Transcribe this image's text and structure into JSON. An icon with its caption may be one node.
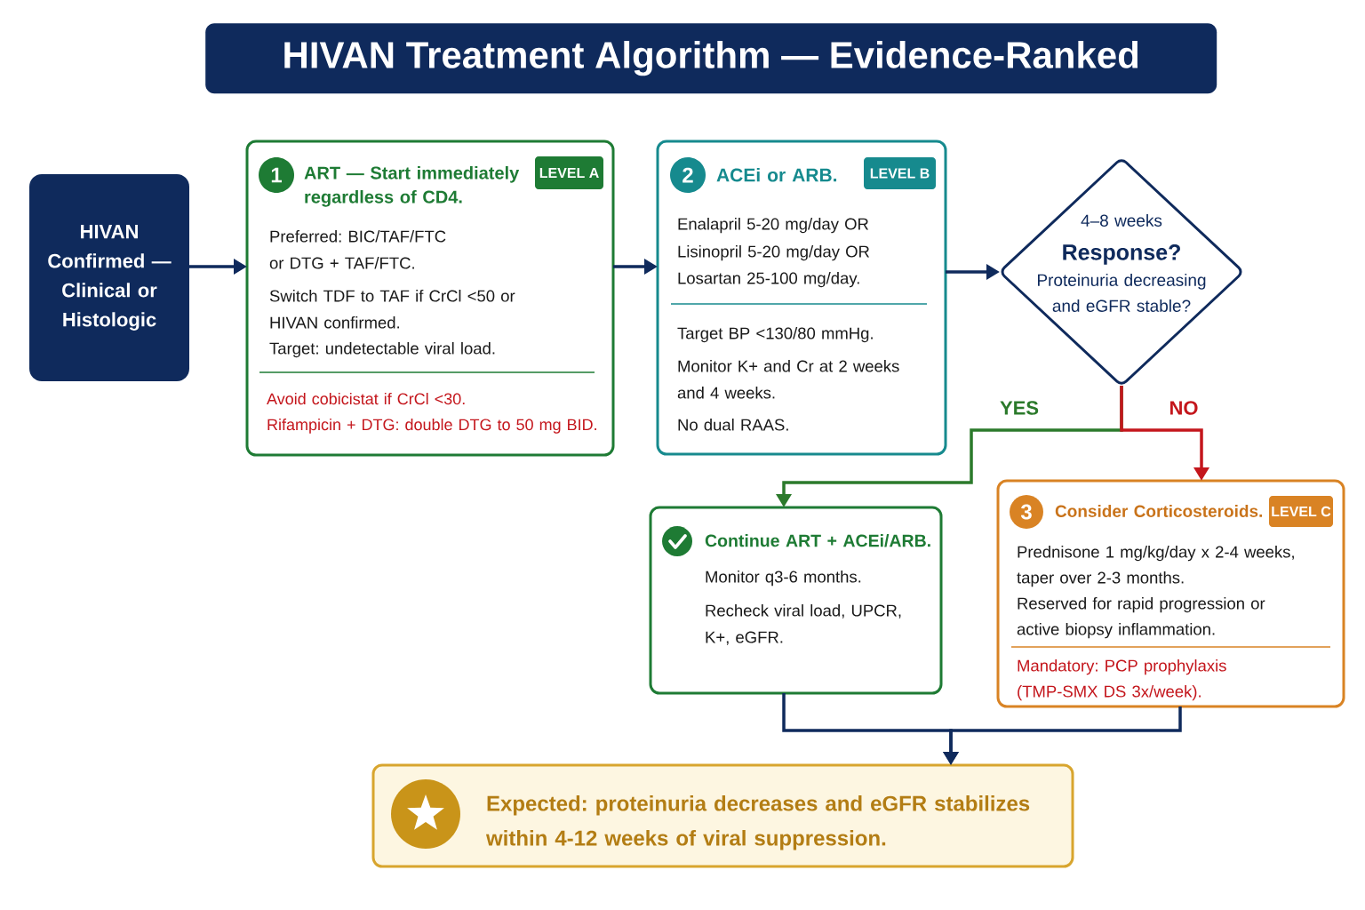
{
  "diagram": {
    "title": "HIVAN Treatment Algorithm — Evidence-Ranked",
    "nodes": [
      {
        "text": [
          "HIVAN Confirmed — Clinical or Histologic"
        ]
      },
      {
        "text": [
          "ART — Start immediately regardless of CD4.",
          "Preferred: BIC/TAF/FTC or DTG + TAF/FTC.",
          "Switch TDF to TAF if CrCl <50 or HIVAN confirmed.",
          "Target: undetectable viral load.",
          "Avoid cobicistat if CrCl <30.",
          "Rifampicin + DTG: double DTG to 50 mg BID."
        ]
      },
      {
        "text": [
          "1"
        ],
        "in": 1
      },
      {
        "text": [
          "LEVEL A"
        ],
        "in": 1
      },
      {
        "text": [
          "ACEi or ARB.",
          "Enalapril 5-20 mg/day OR",
          "Lisinopril 5-20 mg/day OR",
          "Losartan 25-100 mg/day.",
          "Target BP <130/80 mmHg.",
          "Monitor K+ and Cr at 2 weeks and 4 weeks.",
          "No dual RAAS."
        ]
      },
      {
        "text": [
          "2"
        ],
        "in": 4
      },
      {
        "text": [
          "LEVEL B"
        ],
        "in": 4
      },
      {
        "text": [
          "4–8 weeks",
          "Response?",
          "Proteinuria decreasing and eGFR stable?"
        ]
      },
      {
        "text": [
          "Continue ART + ACEi/ARB.",
          "Monitor q3-6 months.",
          "Recheck viral load, UPCR, K+, eGFR."
        ]
      },
      {
        "text": [
          "Consider Corticosteroids.",
          "Prednisone 1 mg/kg/day x 2-4 weeks, taper over 2-3 months.",
          "Reserved for rapid progression or active biopsy inflammation.",
          "Mandatory: PCP prophylaxis (TMP-SMX DS 3x/week)."
        ]
      },
      {
        "text": [
          "3"
        ],
        "in": 9
      },
      {
        "text": [
          "LEVEL C"
        ],
        "in": 9
      },
      {
        "text": [
          "Expected: proteinuria decreases and eGFR stabilizes within 4-12 weeks of viral suppression."
        ]
      }
    ],
    "edges": [
      {
        "from": 0,
        "to": 1,
        "arrow": "to"
      },
      {
        "from": 1,
        "to": 4,
        "arrow": "to"
      },
      {
        "from": 4,
        "to": 7,
        "arrow": "to"
      },
      {
        "from": 7,
        "to": 8,
        "arrow": "to",
        "label": "YES",
        "color": "#2b7a2b"
      },
      {
        "from": 7,
        "to": 9,
        "arrow": "to",
        "label": "NO",
        "color": "#c4161c"
      },
      {
        "from": 8,
        "to": 12,
        "arrow": "to"
      },
      {
        "from": 9,
        "to": 12,
        "arrow": "to"
      }
    ]
  }
}
